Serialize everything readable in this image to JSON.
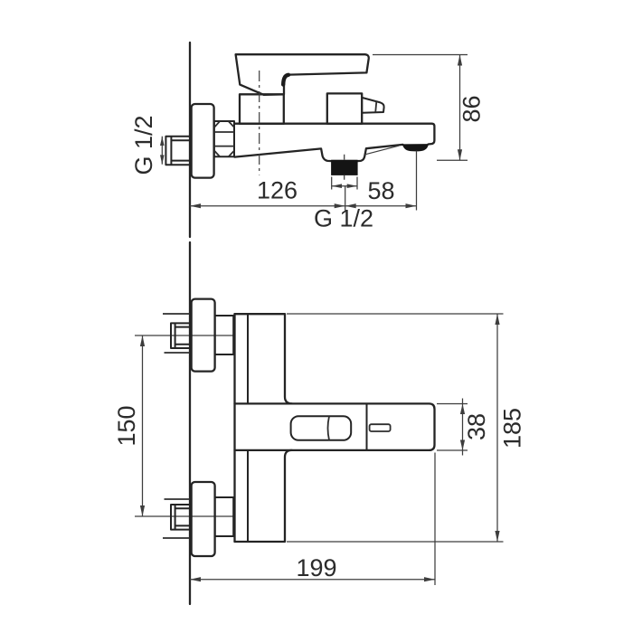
{
  "colors": {
    "background": "#ffffff",
    "outline": "#242424",
    "dimension_lines": "#3d3d3d",
    "text": "#2b2b2b",
    "solid_fill": "#141414"
  },
  "side_view": {
    "thread_label_side": "G 1/2",
    "dim_wall_to_outlet": "126",
    "dim_outlet_to_spout": "58",
    "dim_height": "86",
    "thread_label_outlet": "G 1/2"
  },
  "plan_view": {
    "dim_inlet_spacing": "150",
    "dim_body_width": "38",
    "dim_body_depth": "185",
    "dim_projection": "199"
  }
}
